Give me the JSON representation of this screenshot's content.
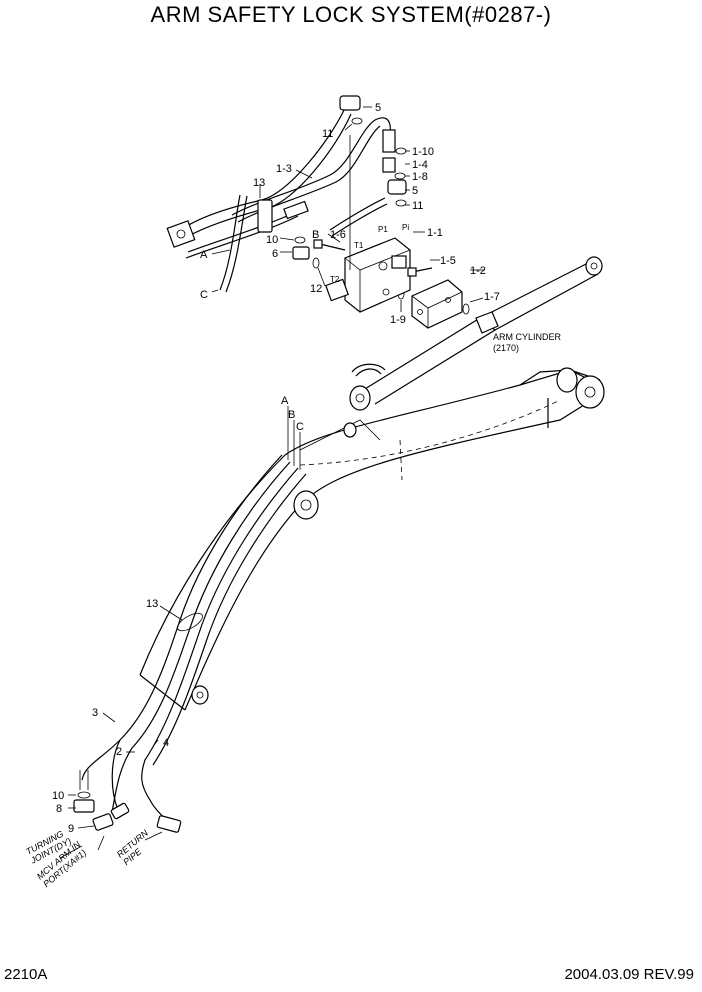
{
  "title": "ARM SAFETY LOCK SYSTEM(#0287-)",
  "footer": {
    "left": "2210A",
    "right": "2004.03.09 REV.99"
  },
  "callouts": {
    "c5a": "5",
    "c11a": "11",
    "c110": "1-10",
    "c14": "1-4",
    "c18": "1-8",
    "c5b": "5",
    "c11b": "11",
    "c13a": "1-3",
    "c13": "13",
    "c10": "10",
    "c6": "6",
    "c12": "12",
    "c16": "1-6",
    "c11": "1-1",
    "c15": "1-5",
    "c12b": "1-2",
    "c17": "1-7",
    "c19": "1-9",
    "cB": "B",
    "cA": "A",
    "cC": "C",
    "bA": "A",
    "bB": "B",
    "bC": "C",
    "c13b": "13",
    "c3": "3",
    "c2": "2",
    "c4": "4",
    "c10b": "10",
    "c8": "8",
    "c9": "9"
  },
  "port_labels": {
    "p1": "P1",
    "pi": "Pi",
    "t1": "T1",
    "t2": "T2"
  },
  "arm_cylinder": {
    "line1": "ARM CYLINDER",
    "line2": "(2170)"
  },
  "notes": {
    "turning": [
      "TURNING",
      "JOINT(DY)"
    ],
    "mcv": [
      "MCV ARM IN",
      "PORT(XA#1)"
    ],
    "return": [
      "RETURN",
      "PIPE"
    ]
  }
}
